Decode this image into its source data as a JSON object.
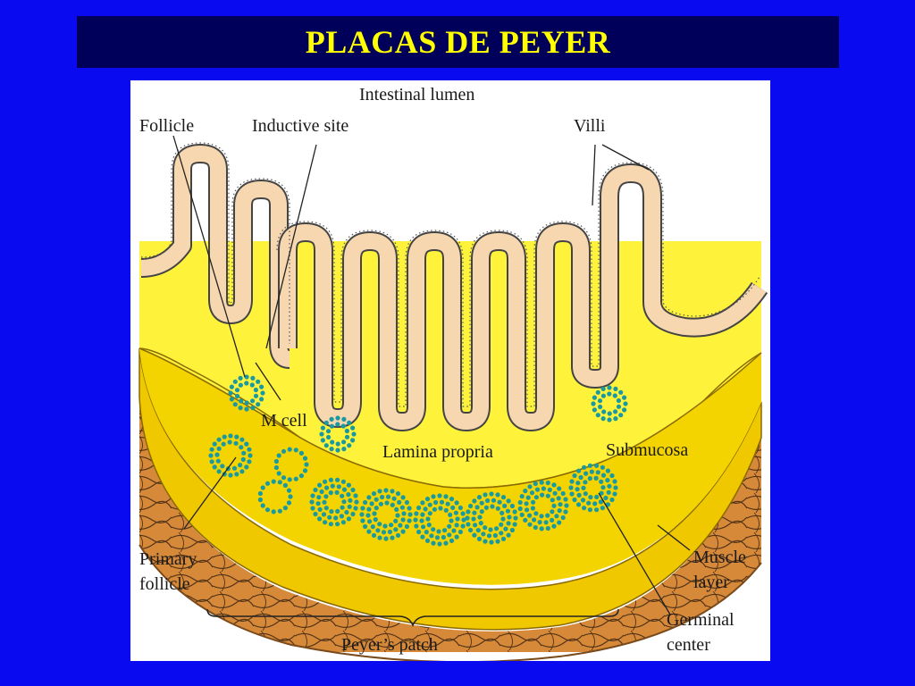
{
  "slide": {
    "title": "PLACAS DE PEYER"
  },
  "diagram": {
    "labels": {
      "intestinal_lumen": "Intestinal lumen",
      "follicle": "Follicle",
      "inductive_site": "Inductive site",
      "villi": "Villi",
      "m_cell": "M cell",
      "lamina_propria": "Lamina propria",
      "submucosa": "Submucosa",
      "primary_follicle_line1": "Primary",
      "primary_follicle_line2": "follicle",
      "muscle_layer_line1": "Muscle",
      "muscle_layer_line2": "layer",
      "germinal_center_line1": "Germinal",
      "germinal_center_line2": "center",
      "peyers_patch": "Peyer’s patch"
    },
    "colors": {
      "slide_background": "#0a0af0",
      "title_bar": "#00005a",
      "title_text": "#ffff00",
      "lamina_propria": "#fff23a",
      "submucosa": "#f0c800",
      "muscle": "#d7893a",
      "epithelium": "#f7d7b0",
      "follicle_dots": "#1a9aa0"
    }
  }
}
